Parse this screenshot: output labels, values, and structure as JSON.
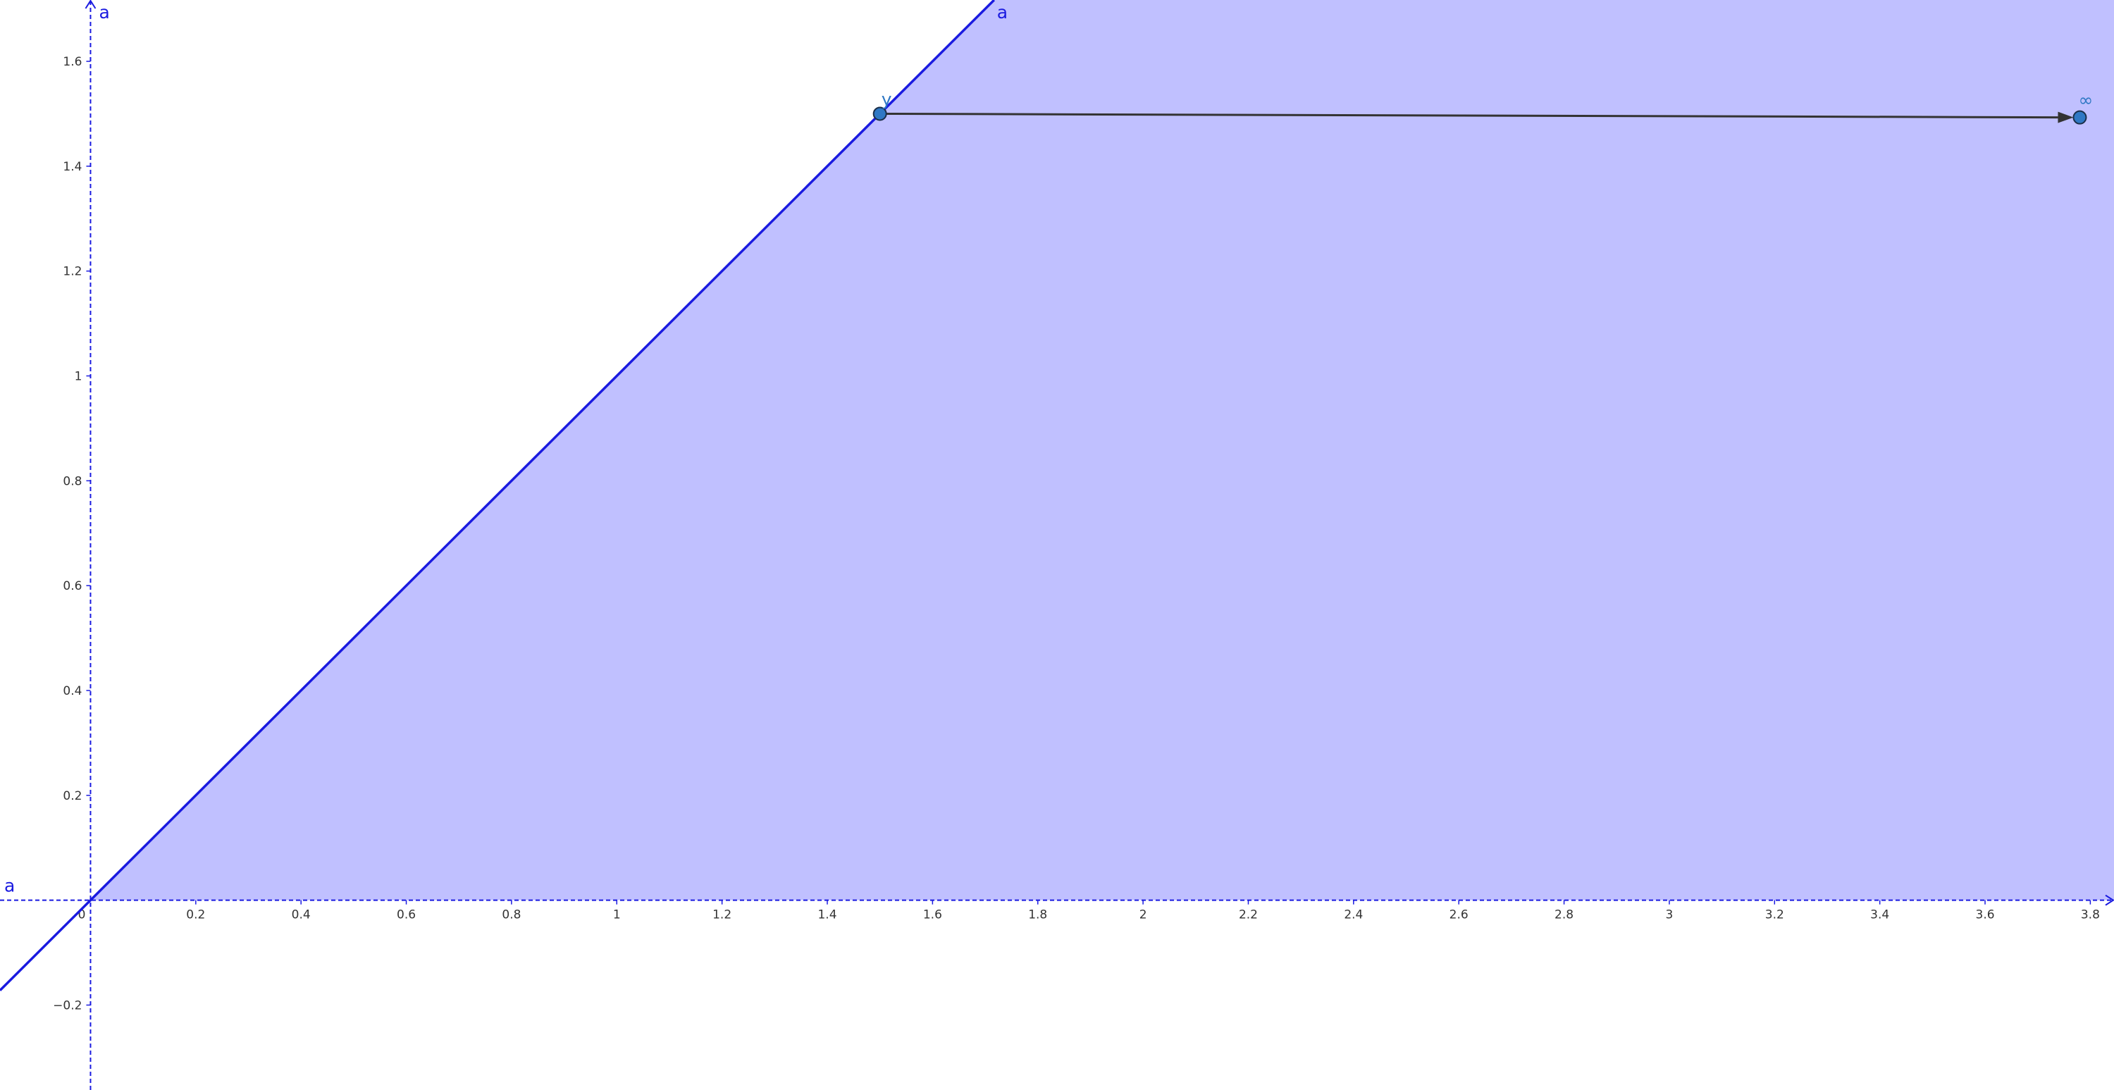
{
  "graph": {
    "x_ticks": [
      {
        "v": 0.2,
        "t": "0.2"
      },
      {
        "v": 0.4,
        "t": "0.4"
      },
      {
        "v": 0.6,
        "t": "0.6"
      },
      {
        "v": 0.8,
        "t": "0.8"
      },
      {
        "v": 1,
        "t": "1"
      },
      {
        "v": 1.2,
        "t": "1.2"
      },
      {
        "v": 1.4,
        "t": "1.4"
      },
      {
        "v": 1.6,
        "t": "1.6"
      },
      {
        "v": 1.8,
        "t": "1.8"
      },
      {
        "v": 2,
        "t": "2"
      },
      {
        "v": 2.2,
        "t": "2.2"
      },
      {
        "v": 2.4,
        "t": "2.4"
      },
      {
        "v": 2.6,
        "t": "2.6"
      },
      {
        "v": 2.8,
        "t": "2.8"
      },
      {
        "v": 3,
        "t": "3"
      },
      {
        "v": 3.2,
        "t": "3.2"
      },
      {
        "v": 3.4,
        "t": "3.4"
      },
      {
        "v": 3.6,
        "t": "3.6"
      },
      {
        "v": 3.8,
        "t": "3.8"
      }
    ],
    "y_ticks": [
      {
        "v": 0.2,
        "t": "0.2"
      },
      {
        "v": 0.4,
        "t": "0.4"
      },
      {
        "v": 0.6,
        "t": "0.6"
      },
      {
        "v": 0.8,
        "t": "0.8"
      },
      {
        "v": 1,
        "t": "1"
      },
      {
        "v": 1.2,
        "t": "1.2"
      },
      {
        "v": 1.4,
        "t": "1.4"
      },
      {
        "v": 1.6,
        "t": "1.6"
      },
      {
        "v": -0.2,
        "t": "−0.2"
      }
    ],
    "origin_label": "0",
    "x_range": [
      -0.172,
      3.845
    ],
    "y_range": [
      -0.362,
      1.717
    ],
    "colors": {
      "fill": "#c0c0ff",
      "line": "#1a1ae0",
      "axis": "#1a1ae0",
      "arrow": "#333333",
      "point_fill": "#2f78c4",
      "point_label": "#2f78c4",
      "label": "#1a1ae0"
    },
    "labels": {
      "y_axis": "a",
      "x_axis": "a",
      "diagonal": "a",
      "point_start": "y",
      "point_end": "∞"
    },
    "diagonal_line": {
      "slope": 1,
      "intercept": 0
    },
    "region": {
      "description_polygon": [
        [
          0,
          0
        ],
        [
          3.845,
          0
        ],
        [
          3.845,
          1.717
        ],
        [
          1.717,
          1.717
        ]
      ]
    },
    "point_start": {
      "x": 1.5,
      "y": 1.5
    },
    "point_end": {
      "x": 3.78,
      "y": 1.493
    }
  }
}
